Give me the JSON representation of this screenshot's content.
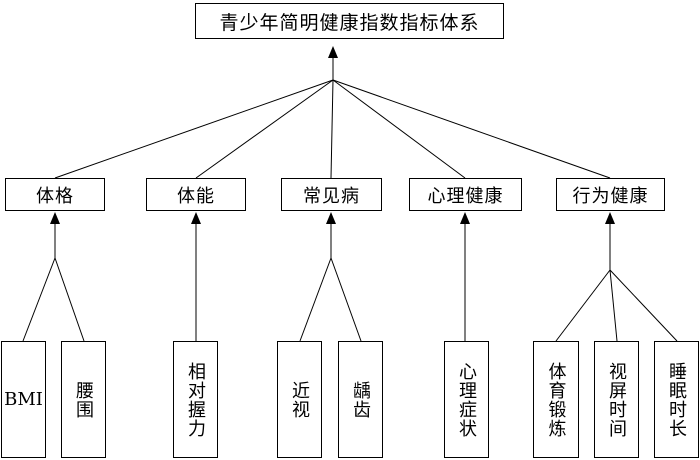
{
  "title": "青少年简明健康指数指标体系",
  "categories": [
    {
      "label": "体格",
      "leaves": [
        "BMI",
        "腰围"
      ]
    },
    {
      "label": "体能",
      "leaves": [
        "相对握力"
      ]
    },
    {
      "label": "常见病",
      "leaves": [
        "近视",
        "龋齿"
      ]
    },
    {
      "label": "心理健康",
      "leaves": [
        "心理症状"
      ]
    },
    {
      "label": "行为健康",
      "leaves": [
        "体育锻炼",
        "视屏时间",
        "睡眠时长"
      ]
    }
  ]
}
